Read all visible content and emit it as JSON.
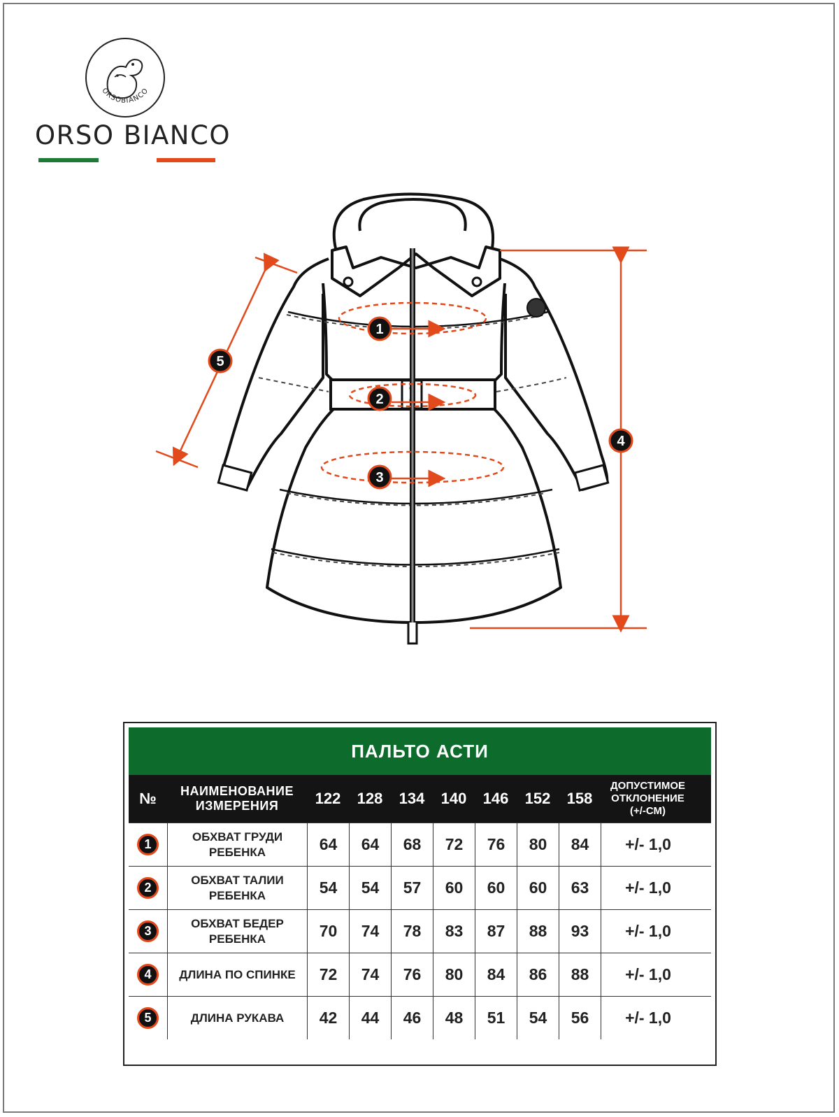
{
  "brand": {
    "name": "ORSO BIANCO",
    "logo_ring_text": "ORSOBIANCO",
    "accent_green": "#1f7a37",
    "accent_red": "#e24a1c"
  },
  "diagram": {
    "markers": [
      "1",
      "2",
      "3",
      "4",
      "5"
    ]
  },
  "table": {
    "title": "ПАЛЬТО АСТИ",
    "header": {
      "num": "№",
      "name_line1": "НАИМЕНОВАНИЕ",
      "name_line2": "ИЗМЕРЕНИЯ",
      "sizes": [
        "122",
        "128",
        "134",
        "140",
        "146",
        "152",
        "158"
      ],
      "tol_line1": "ДОПУСТИМОЕ",
      "tol_line2": "ОТКЛОНЕНИЕ",
      "tol_line3": "(+/-СМ)"
    },
    "rows": [
      {
        "num": "1",
        "name_line1": "ОБХВАТ ГРУДИ",
        "name_line2": "РЕБЕНКА",
        "values": [
          "64",
          "64",
          "68",
          "72",
          "76",
          "80",
          "84"
        ],
        "tol": "+/- 1,0"
      },
      {
        "num": "2",
        "name_line1": "ОБХВАТ ТАЛИИ",
        "name_line2": "РЕБЕНКА",
        "values": [
          "54",
          "54",
          "57",
          "60",
          "60",
          "60",
          "63"
        ],
        "tol": "+/- 1,0"
      },
      {
        "num": "3",
        "name_line1": "ОБХВАТ БЕДЕР",
        "name_line2": "РЕБЕНКА",
        "values": [
          "70",
          "74",
          "78",
          "83",
          "87",
          "88",
          "93"
        ],
        "tol": "+/- 1,0"
      },
      {
        "num": "4",
        "name_line1": "ДЛИНА ПО СПИНКЕ",
        "name_line2": "",
        "values": [
          "72",
          "74",
          "76",
          "80",
          "84",
          "86",
          "88"
        ],
        "tol": "+/- 1,0"
      },
      {
        "num": "5",
        "name_line1": "ДЛИНА РУКАВА",
        "name_line2": "",
        "values": [
          "42",
          "44",
          "46",
          "48",
          "51",
          "54",
          "56"
        ],
        "tol": "+/- 1,0"
      }
    ]
  }
}
